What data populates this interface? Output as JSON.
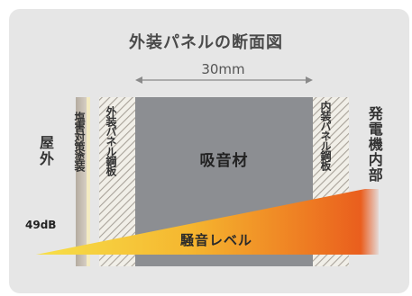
{
  "title": "外装パネルの断面図",
  "dimension": "30mm",
  "labels": {
    "outside": "屋外",
    "coating": "塩害対策塗装",
    "outer_steel": "外装パネル鋼板",
    "absorber": "吸音材",
    "inner_steel": "内装パネル鋼板",
    "generator_interior": "発電機内部",
    "db": "49dB",
    "noise_level": "騒音レベル"
  },
  "colors": {
    "background": "#e6e6e6",
    "absorber": "#8c8e92",
    "coating": "#c8bfb2",
    "noise_start": "#f7d33a",
    "noise_end": "#e8541c"
  },
  "icons": [
    "dimension-arrow-icon"
  ]
}
